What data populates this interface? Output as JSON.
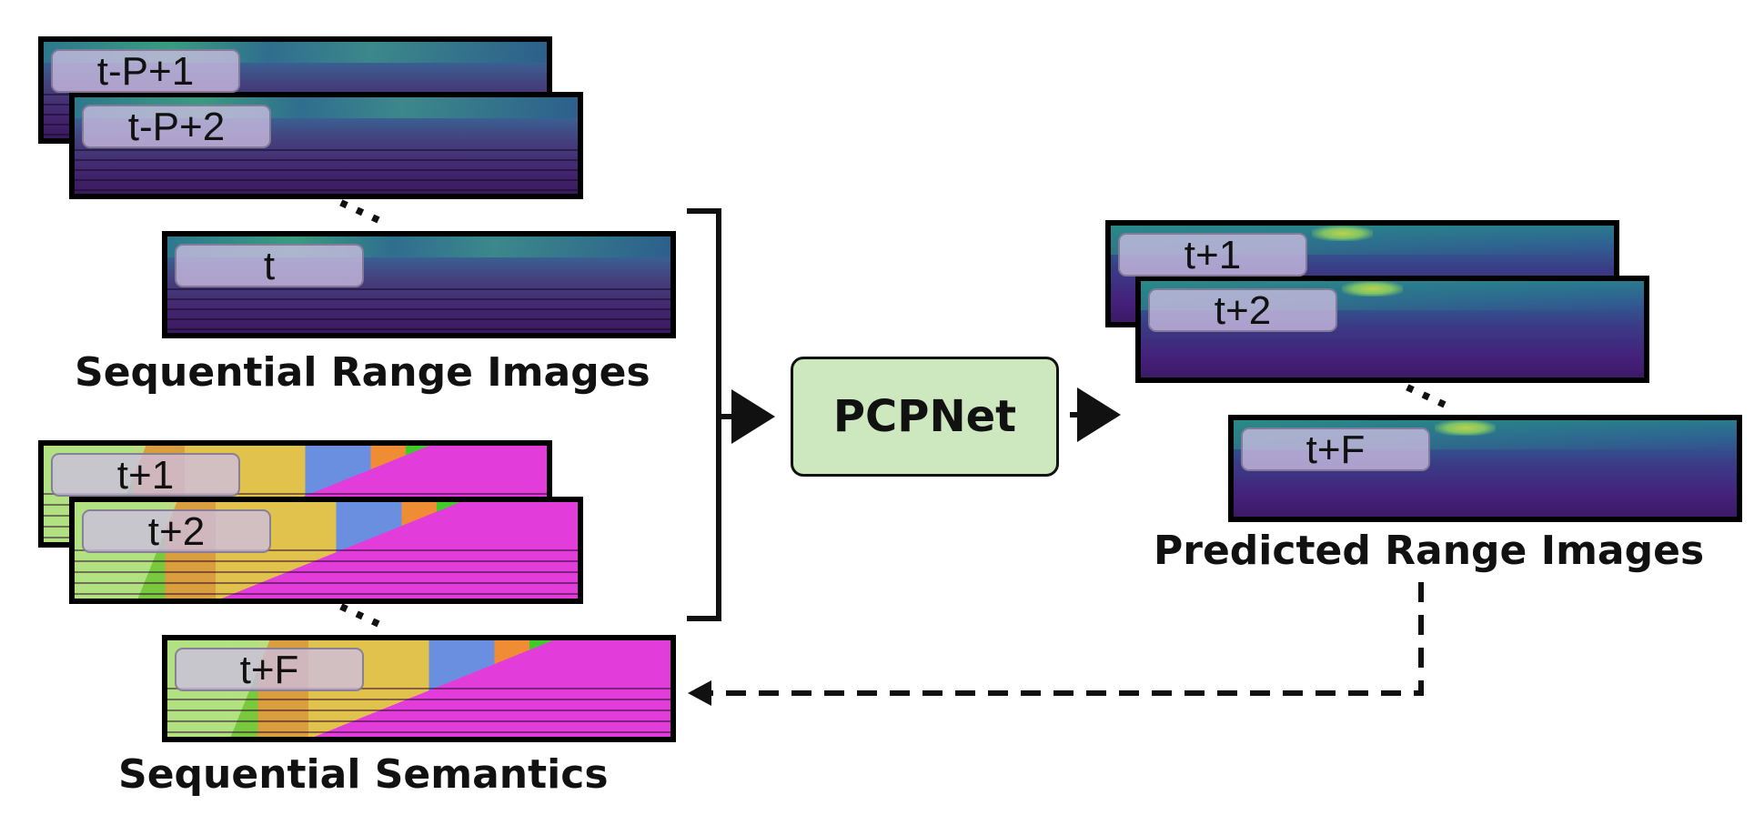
{
  "range_inputs": {
    "frames": [
      "t-P+1",
      "t-P+2",
      "t"
    ],
    "caption": "Sequential Range Images"
  },
  "semantic_inputs": {
    "frames": [
      "t+1",
      "t+2",
      "t+F"
    ],
    "caption": "Sequential Semantics"
  },
  "model": {
    "label": "PCPNet"
  },
  "predicted": {
    "frames": [
      "t+1",
      "t+2",
      "t+F"
    ],
    "caption": "Predicted Range Images"
  },
  "ellipsis": "···",
  "colors": {
    "model_fill": "#cde7bf",
    "frame_border": "#000000",
    "label_chip": "#cdbee1"
  }
}
